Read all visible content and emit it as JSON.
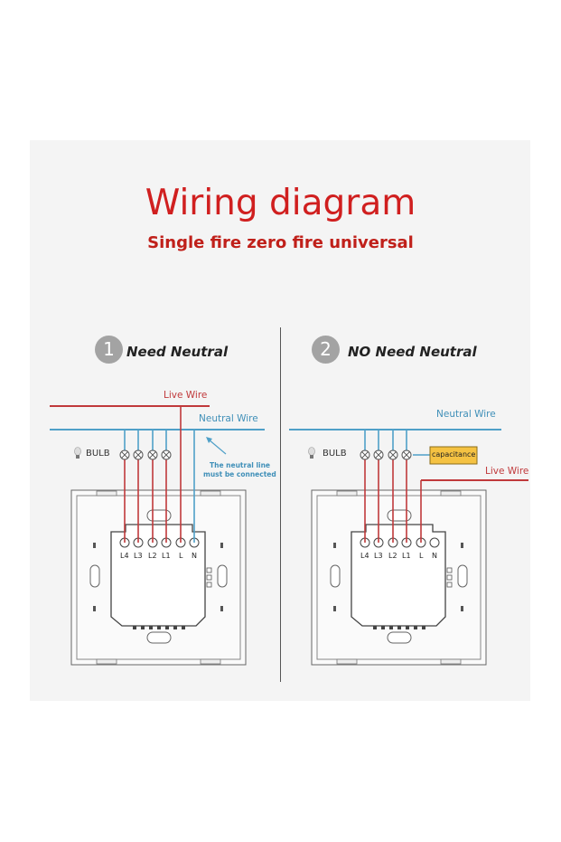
{
  "header": {
    "title": "Wiring diagram",
    "subtitle": "Single fire zero fire universal"
  },
  "sections": [
    {
      "number": "1",
      "label": "Need Neutral",
      "live_wire": "Live Wire",
      "neutral_wire": "Neutral Wire",
      "bulb": "BULB",
      "note_line1": "The neutral line",
      "note_line2": "must be connected",
      "terminals": [
        "L4",
        "L3",
        "L2",
        "L1",
        "L",
        "N"
      ]
    },
    {
      "number": "2",
      "label": "NO Need Neutral",
      "live_wire": "Live Wire",
      "neutral_wire": "Neutral Wire",
      "bulb": "BULB",
      "capacitance": "capacitance",
      "terminals": [
        "L4",
        "L3",
        "L2",
        "L1",
        "L",
        "N"
      ]
    }
  ],
  "colors": {
    "title": "#d01f1f",
    "live_wire": "#c0393b",
    "neutral_wire": "#4fa0c8",
    "capacitance_fill": "#f5c242"
  }
}
